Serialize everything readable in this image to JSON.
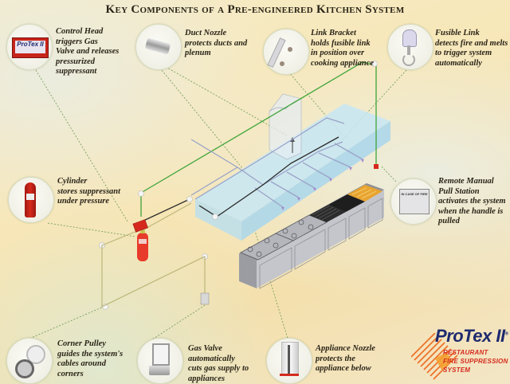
{
  "title": "Key Components of a Pre-engineered Kitchen System",
  "colors": {
    "background": "#f6e9bf",
    "leader_line": "#7aa060",
    "detection_line": "#3fa43a",
    "piping": "#9aa4c8",
    "hood": "#bfe2f2",
    "cylinder": "#e83a2a",
    "control_head": "#d6281c",
    "logo_blue": "#1e2a6e",
    "logo_red": "#d42a1e"
  },
  "components": [
    {
      "id": "control-head",
      "name": "Control Head",
      "description": "triggers Gas Valve and releases pressurized suppressant",
      "lines": [
        "Control Head",
        "triggers Gas",
        "Valve and releases",
        "pressurized",
        "suppressant"
      ],
      "icon": "control-head-icon",
      "thumb_text": "ProTex II"
    },
    {
      "id": "duct-nozzle",
      "name": "Duct Nozzle",
      "description": "protects ducts and plenum",
      "lines": [
        "Duct Nozzle",
        "protects ducts and",
        "plenum"
      ],
      "icon": "duct-nozzle-icon"
    },
    {
      "id": "link-bracket",
      "name": "Link Bracket",
      "description": "holds fusible link in position over cooking appliance",
      "lines": [
        "Link Bracket",
        "holds fusible link",
        "in position over",
        "cooking appliance"
      ],
      "icon": "link-bracket-icon"
    },
    {
      "id": "fusible-link",
      "name": "Fusible Link",
      "description": "detects fire and melts to trigger system automatically",
      "lines": [
        "Fusible Link",
        "detects fire and melts",
        "to trigger system",
        "automatically"
      ],
      "icon": "fusible-link-icon"
    },
    {
      "id": "cylinder",
      "name": "Cylinder",
      "description": "stores suppressant under pressure",
      "lines": [
        "Cylinder",
        "stores suppressant",
        "under pressure"
      ],
      "icon": "cylinder-icon"
    },
    {
      "id": "remote-pull-station",
      "name": "Remote Manual Pull Station",
      "description": "activates the system when the handle is pulled",
      "lines": [
        "Remote Manual",
        "Pull Station",
        "activates the system",
        "when the handle is",
        "pulled"
      ],
      "icon": "pull-station-icon",
      "thumb_text": "IN CASE OF FIRE"
    },
    {
      "id": "corner-pulley",
      "name": "Corner Pulley",
      "description": "guides the system's cables around corners",
      "lines": [
        "Corner Pulley",
        "guides the system's",
        "cables around",
        "corners"
      ],
      "icon": "corner-pulley-icon"
    },
    {
      "id": "gas-valve",
      "name": "Gas Valve",
      "description": "automatically cuts gas supply to appliances",
      "lines": [
        "Gas Valve",
        "automatically",
        "cuts gas supply to",
        "appliances"
      ],
      "icon": "gas-valve-icon"
    },
    {
      "id": "appliance-nozzle",
      "name": "Appliance Nozzle",
      "description": "protects the appliance below",
      "lines": [
        "Appliance Nozzle",
        "protects the",
        "appliance below"
      ],
      "icon": "appliance-nozzle-icon"
    }
  ],
  "logo": {
    "brand": "ProTex II",
    "trademark": "®",
    "tagline": [
      "RESTAURANT",
      "FIRE SUPPRESSION",
      "SYSTEM"
    ]
  }
}
